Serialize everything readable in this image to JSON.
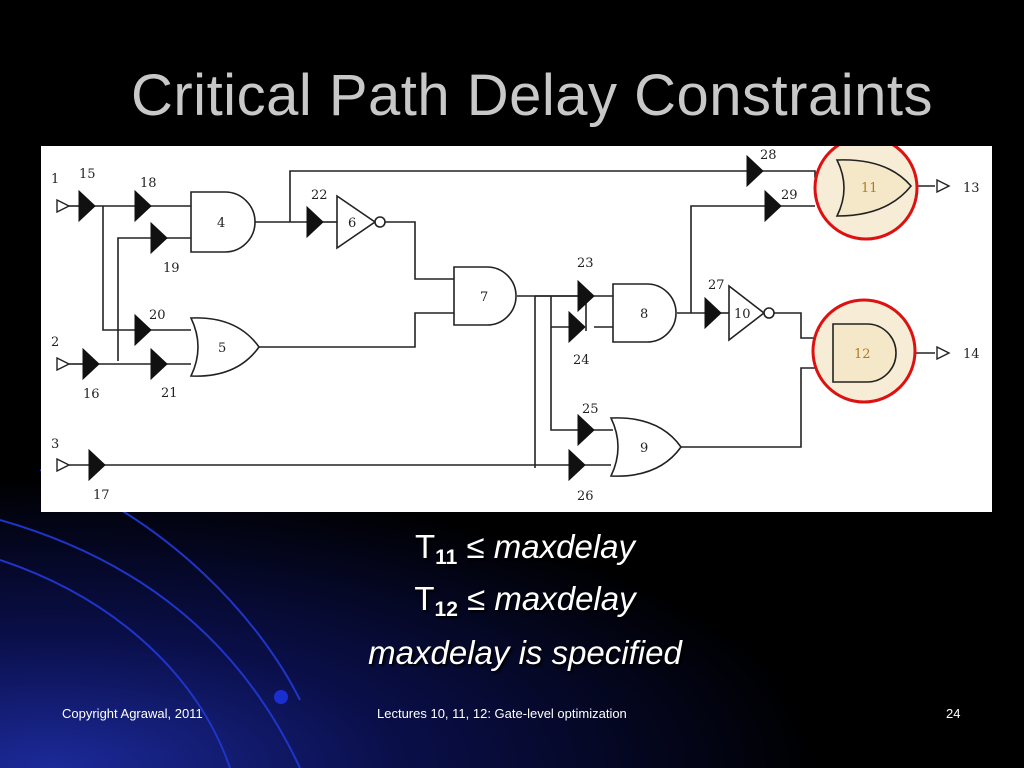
{
  "slide": {
    "title": "Critical Path Delay Constraints",
    "equations": [
      {
        "var": "T",
        "sub": "11",
        "op": "≤",
        "rhs": "maxdelay"
      },
      {
        "var": "T",
        "sub": "12",
        "op": "≤",
        "rhs": "maxdelay"
      }
    ],
    "note": "maxdelay is specified",
    "footer": {
      "left": "Copyright Agrawal, 2011",
      "center": "Lectures 10, 11, 12: Gate-level optimization",
      "right": "24"
    }
  },
  "diagram": {
    "inputs": [
      "1",
      "2",
      "3"
    ],
    "outputs": [
      "13",
      "14"
    ],
    "gates": [
      "4",
      "5",
      "6",
      "7",
      "8",
      "9",
      "10",
      "11",
      "12"
    ],
    "buffers": [
      "15",
      "16",
      "17",
      "18",
      "19",
      "20",
      "21",
      "22",
      "23",
      "24",
      "25",
      "26",
      "27",
      "28",
      "29"
    ],
    "colors": {
      "highlight_ring": "#dd1111",
      "highlight_fill": "#f7ecd5",
      "wire": "#222222"
    }
  }
}
